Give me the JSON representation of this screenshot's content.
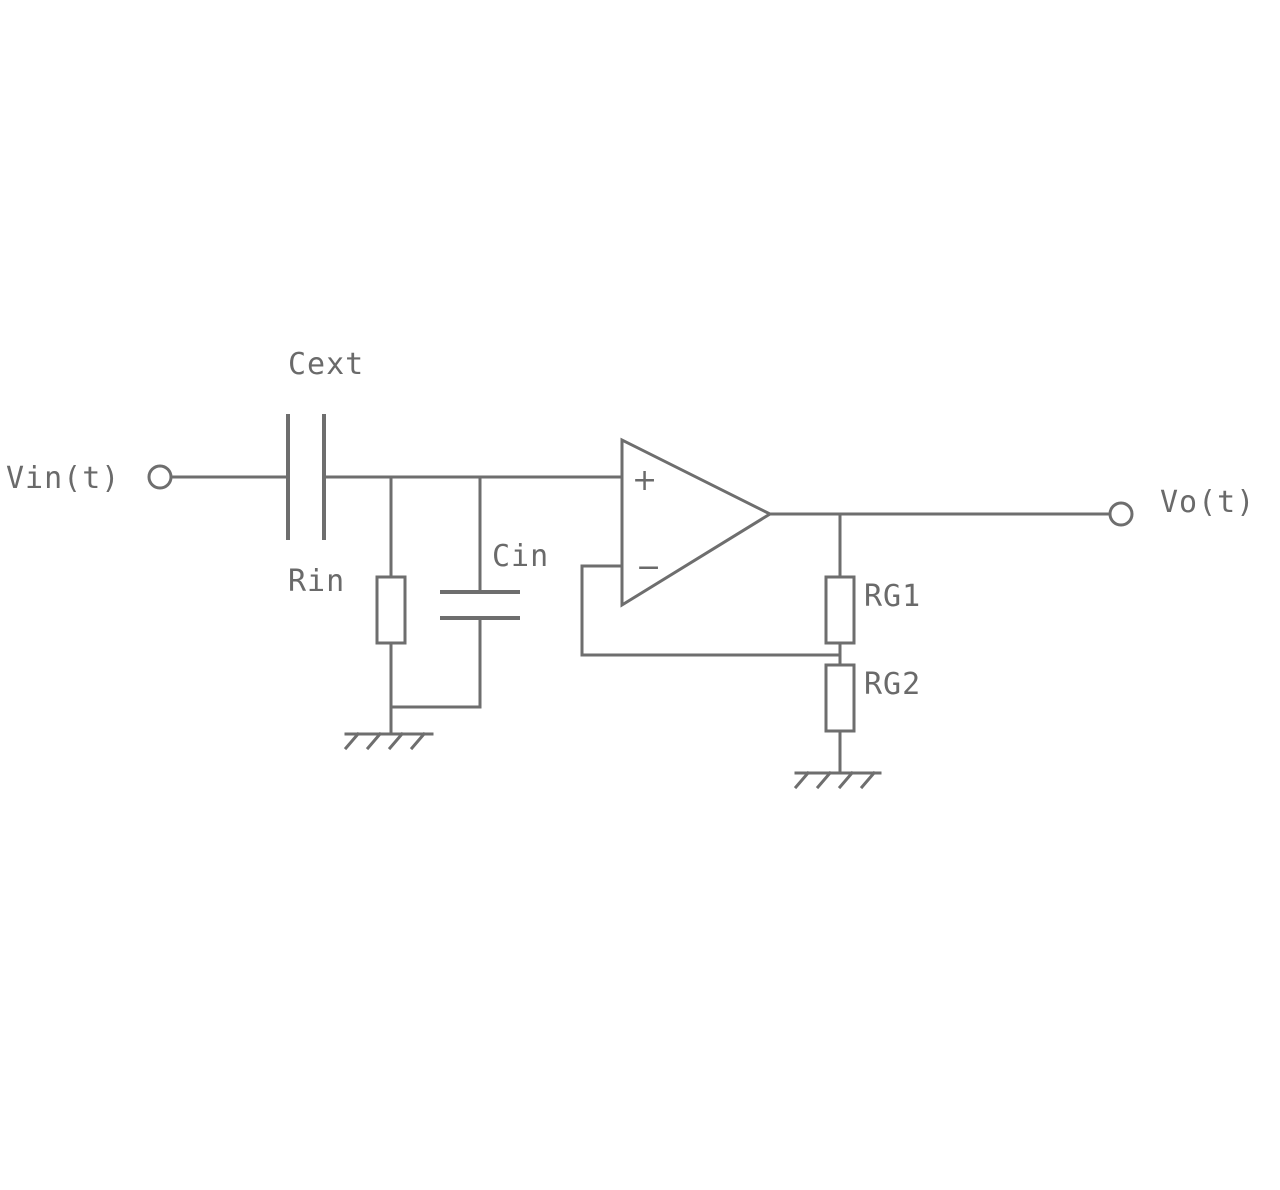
{
  "labels": {
    "vin": "Vin(t)",
    "vo": "Vo(t)",
    "cext": "Cext",
    "rin": "Rin",
    "cin": "Cin",
    "rg1": "RG1",
    "rg2": "RG2"
  },
  "opamp": {
    "plus": "+",
    "minus": "−"
  },
  "colors": {
    "line": "#6e6e6e",
    "text": "#6a6a6a",
    "background": "#ffffff"
  }
}
